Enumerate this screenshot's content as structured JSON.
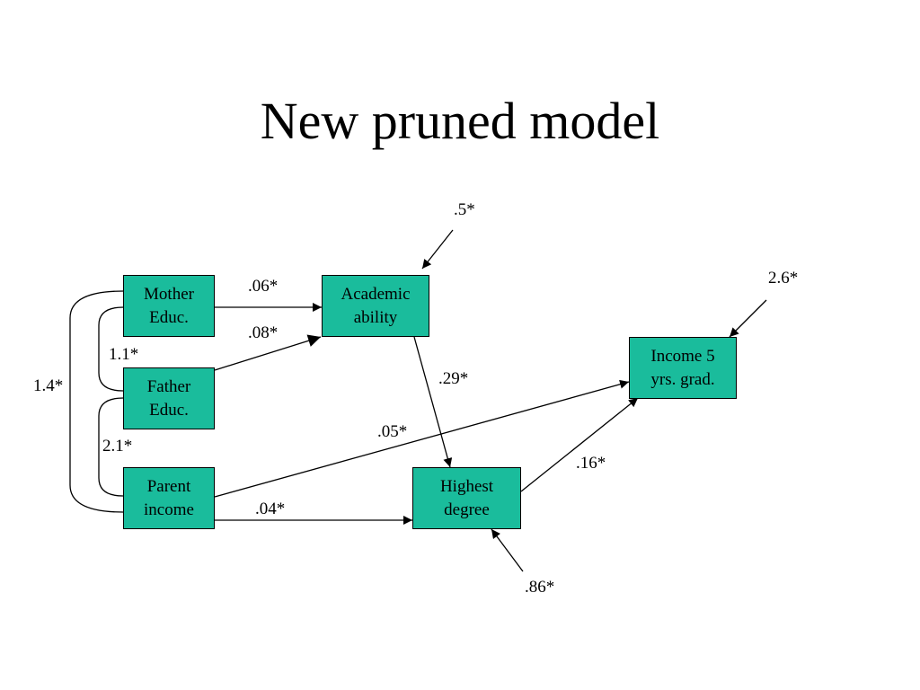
{
  "title": "New pruned model",
  "colors": {
    "box_fill": "#1ABC9C",
    "line": "#000000"
  },
  "nodes": {
    "mother_educ": "Mother\nEduc.",
    "father_educ": "Father\nEduc.",
    "parent_income": "Parent\nincome",
    "academic_ability": "Academic\nability",
    "highest_degree": "Highest\ndegree",
    "income_5yrs": "Income 5\nyrs. grad."
  },
  "paths": {
    "mother_to_academic": ".06*",
    "father_to_academic": ".08*",
    "academic_to_degree": ".29*",
    "parent_to_income5": ".05*",
    "parent_to_degree": ".04*",
    "degree_to_income5": ".16*"
  },
  "covariances": {
    "mother_father": "1.1*",
    "father_parent": "2.1*",
    "mother_parent": "1.4*"
  },
  "residuals": {
    "academic_ability": ".5*",
    "income_5yrs": "2.6*",
    "highest_degree": ".86*"
  }
}
